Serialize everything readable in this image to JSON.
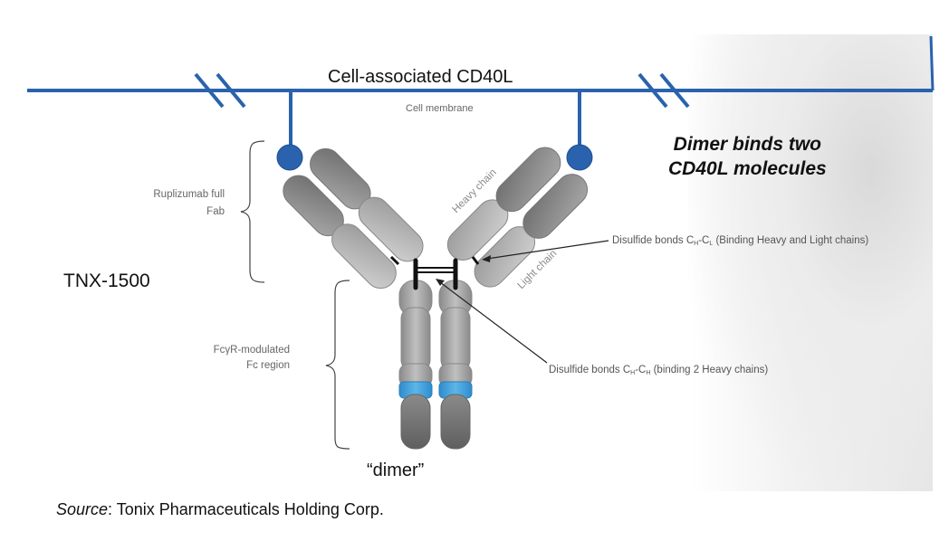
{
  "diagram": {
    "title": "Cell-associated CD40L",
    "membrane_label": "Cell membrane",
    "note_line1": "Dimer binds two",
    "note_line2": "CD40L molecules",
    "molecule_name": "TNX-1500",
    "fab_label_line1": "Ruplizumab full",
    "fab_label_line2": "Fab",
    "fc_label_line1": "FcγR-modulated",
    "fc_label_line2": "Fc region",
    "heavy_chain_label": "Heavy chain",
    "light_chain_label": "Light chain",
    "disulfide_hl": {
      "prefix": "Disulfide bonds C",
      "sub1": "H",
      "mid": "-C",
      "sub2": "L",
      "suffix": " (Binding Heavy and Light chains)"
    },
    "disulfide_hh": {
      "prefix": "Disulfide bonds C",
      "sub1": "H",
      "mid": "-C",
      "sub2": "H",
      "suffix": " (binding 2 Heavy chains)"
    },
    "dimer_caption": "“dimer”",
    "source_label": "Source",
    "source_text": ": Tonix Pharmaceuticals Holding Corp."
  },
  "colors": {
    "membrane_blue": "#2a62ad",
    "cd40l_blue": "#2a62ad",
    "hinge_cyan": "#3b9bd6",
    "chain_dark": "#7a7a7a",
    "chain_light": "#c4c4c4"
  }
}
